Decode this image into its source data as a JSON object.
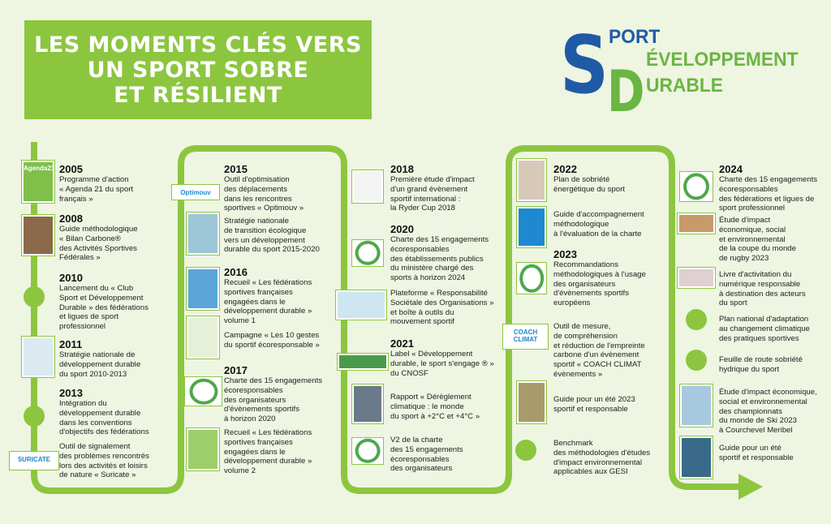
{
  "title": [
    "LES MOMENTS CLÉS VERS",
    "UN SPORT SOBRE",
    "ET RÉSILIENT"
  ],
  "logo": {
    "s": "S",
    "d": "D",
    "port": "PORT",
    "developpement": "ÉVELOPPEMENT",
    "durable": "URABLE",
    "text": "Sport Développement Durable"
  },
  "colors": {
    "green": "#8cc63f",
    "blue": "#1f5aa6",
    "background": "#eef5e1"
  },
  "entries": [
    {
      "year": "2005",
      "lines": [
        "Programme d'action",
        "« Agenda 21 du sport",
        "français »"
      ]
    },
    {
      "year": "2008",
      "lines": [
        "Guide méthodologique",
        "« Bilan Carbone®",
        "des Activités Sportives",
        "Fédérales »"
      ]
    },
    {
      "year": "2010",
      "lines": [
        "Lancement du « Club",
        "Sport et Développement",
        "Durable » des fédérations",
        "et ligues de sport",
        "professionnel"
      ]
    },
    {
      "year": "2011",
      "lines": [
        "Stratégie nationale de",
        "développement durable",
        "du sport 2010-2013"
      ]
    },
    {
      "year": "2013",
      "lines": [
        "Intégration du",
        "développement durable",
        "dans les conventions",
        "d'objectifs des fédérations"
      ]
    },
    {
      "year": "",
      "lines": [
        "Outil de signalement",
        "des problèmes rencontrés",
        "lors des activités et loisirs",
        "de nature « Suricate »"
      ]
    },
    {
      "year": "2015",
      "lines": [
        "Outil d'optimisation",
        "des déplacements",
        "dans les rencontres",
        "sportives « Optimouv »"
      ]
    },
    {
      "year": "",
      "lines": [
        "Stratégie nationale",
        "de transition écologique",
        "vers un développement",
        "durable du sport 2015-2020"
      ]
    },
    {
      "year": "2016",
      "lines": [
        "Recueil « Les fédérations",
        "sportives françaises",
        "engagées dans le",
        "développement durable »",
        "volume 1"
      ]
    },
    {
      "year": "",
      "lines": [
        "Campagne « Les 10 gestes",
        "du sportif écoresponsable »"
      ]
    },
    {
      "year": "2017",
      "lines": [
        "Charte des 15 engagements",
        "écoresponsables",
        "des organisateurs",
        "d'évènements sportifs",
        "à horizon 2020"
      ]
    },
    {
      "year": "",
      "lines": [
        "Recueil « Les fédérations",
        "sportives françaises",
        "engagées dans le",
        "développement durable »",
        "volume 2"
      ]
    },
    {
      "year": "2018",
      "lines": [
        "Première étude d'impact",
        "d'un grand évènement",
        "sportif international :",
        "la Ryder Cup 2018"
      ]
    },
    {
      "year": "2020",
      "lines": [
        "Charte des 15 engagements",
        "écoresponsables",
        "des établissements publics",
        "du ministère chargé des",
        "sports à horizon 2024"
      ]
    },
    {
      "year": "",
      "lines": [
        "Plateforme « Responsabilité",
        "Sociétale des Organisations »",
        "et boîte à outils du",
        "mouvement sportif"
      ]
    },
    {
      "year": "2021",
      "lines": [
        "Label « Développement",
        "durable, le sport s'engage ® »",
        "du CNOSF"
      ]
    },
    {
      "year": "",
      "lines": [
        "Rapport « Dérèglement",
        "climatique : le monde",
        "du sport à +2°C et +4°C »"
      ]
    },
    {
      "year": "",
      "lines": [
        "V2 de la charte",
        "des 15 engagements",
        "écoresponsables",
        "des organisateurs"
      ]
    },
    {
      "year": "2022",
      "lines": [
        "Plan de sobriété",
        "énergétique du sport"
      ]
    },
    {
      "year": "",
      "lines": [
        "Guide d'accompagnement",
        "méthodologique",
        "à l'évaluation de la charte"
      ]
    },
    {
      "year": "2023",
      "lines": [
        "Recommandations",
        "méthodologiques à l'usage",
        "des organisateurs",
        "d'évènements sportifs",
        "européens"
      ]
    },
    {
      "year": "",
      "lines": [
        "Outil de mesure,",
        "de compréhension",
        "et réduction de l'empreinte",
        "carbone d'un évènement",
        "sportif « COACH CLIMAT",
        "évènements »"
      ]
    },
    {
      "year": "",
      "lines": [
        "Guide pour un été 2023",
        "sportif et responsable"
      ]
    },
    {
      "year": "",
      "lines": [
        "Benchmark",
        "des méthodologies d'études",
        "d'impact environnemental",
        "applicables aux GESI"
      ]
    },
    {
      "year": "2024",
      "lines": [
        "Charte des 15 engagements",
        "écoresponsables",
        "des fédérations et ligues de",
        "sport professionnel"
      ]
    },
    {
      "year": "",
      "lines": [
        "Étude d'impact",
        "économique, social",
        "et environnemental",
        "de la coupe du monde",
        "de rugby 2023"
      ]
    },
    {
      "year": "",
      "lines": [
        "Livre d'activitation du",
        "numérique responsable",
        "à destination des acteurs",
        "du sport"
      ]
    },
    {
      "year": "",
      "lines": [
        "Plan national d'adaptation",
        "au changement climatique",
        "des pratiques sportives"
      ]
    },
    {
      "year": "",
      "lines": [
        "Feuille de route sobriété",
        "hydrique du sport"
      ]
    },
    {
      "year": "",
      "lines": [
        "Étude d'impact économique,",
        "social et environnemental",
        "des championnats",
        "du monde de Ski 2023",
        "à Courchevel Meribel"
      ]
    },
    {
      "year": "",
      "lines": [
        "Guide pour un été",
        "sportif et responsable"
      ]
    }
  ],
  "thumb_labels": {
    "agenda21": "Agenda21",
    "optimouv": "Optimouv",
    "coach": "COACH CLIMAT",
    "suricate": "SURICATE"
  }
}
